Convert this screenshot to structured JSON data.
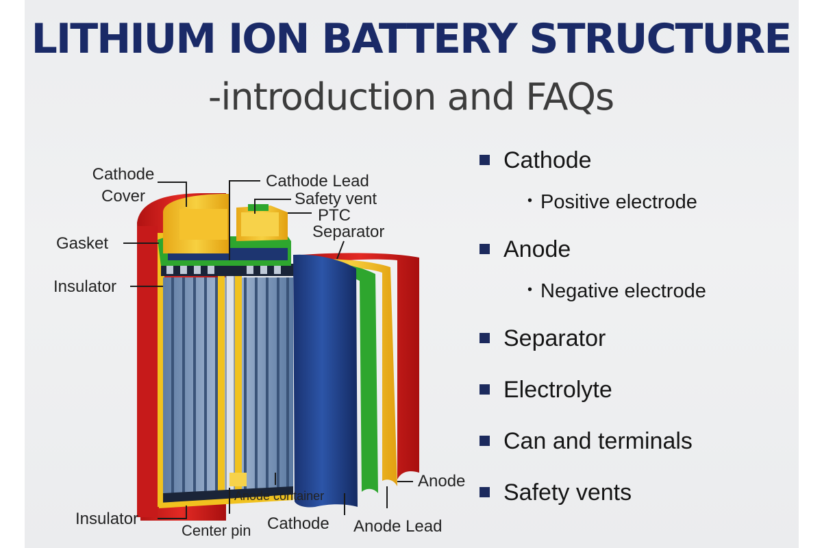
{
  "title": "LITHIUM ION BATTERY STRUCTURE",
  "subtitle": "-introduction and FAQs",
  "diagram": {
    "labels": {
      "cathode_cover_1": "Cathode",
      "cathode_cover_2": "Cover",
      "cathode_lead": "Cathode Lead",
      "safety_vent": "Safety vent",
      "ptc": "PTC",
      "separator": "Separator",
      "gasket": "Gasket",
      "insulator_top": "Insulator",
      "insulator_bottom": "Insulator",
      "anode": "Anode",
      "anode_container": "Anode container",
      "center_pin": "Center pin",
      "cathode": "Cathode",
      "anode_lead": "Anode Lead"
    },
    "colors": {
      "can_red": "#d81e1e",
      "electrode_yellow": "#f0c020",
      "seal_green": "#2ea62e",
      "separator_blue": "#1d3f8c",
      "roll_steel": "#7a93b4"
    }
  },
  "faq": [
    {
      "label": "Cathode",
      "detail": "Positive electrode"
    },
    {
      "label": "Anode",
      "detail": "Negative electrode"
    },
    {
      "label": "Separator"
    },
    {
      "label": "Electrolyte"
    },
    {
      "label": "Can and terminals"
    },
    {
      "label": "Safety vents"
    }
  ]
}
